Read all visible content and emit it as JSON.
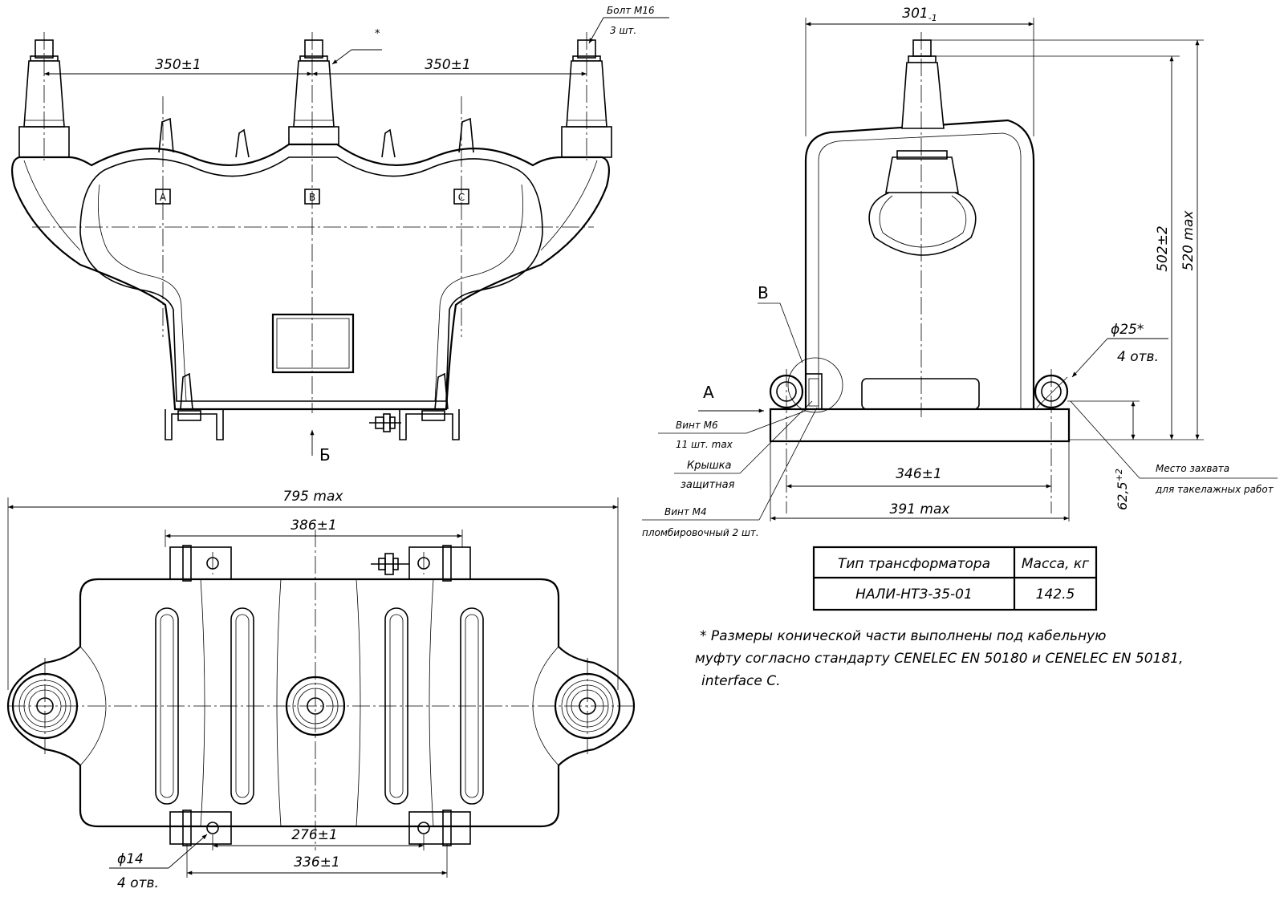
{
  "drawing": {
    "front_view": {
      "dim_left": "350±1",
      "dim_right": "350±1",
      "asterisk": "*",
      "bolt_label": "Болт М16",
      "bolt_qty": "3 шт.",
      "phase_a": "A",
      "phase_b": "B",
      "phase_c": "C",
      "view_arrow": "Б"
    },
    "side_view": {
      "dim_top": "301",
      "dim_top_tol": "-1",
      "dim_height_1": "502±2",
      "dim_height_2": "520 max",
      "detail_label": "B",
      "view_arrow": "A",
      "hole_dia": "ϕ25*",
      "hole_qty": "4 отв.",
      "dim_base_1": "346±1",
      "dim_base_2": "391 max",
      "dim_base_h": "62,5",
      "dim_base_h_tol": "+2",
      "screw_m6": "Винт М6",
      "screw_m6_qty": "11 шт. max",
      "cover": "Крышка",
      "cover_2": "защитная",
      "screw_m4": "Винт М4",
      "screw_m4_qty": "пломбировочный 2 шт.",
      "grip_1": "Место захвата",
      "grip_2": "для такелажных работ"
    },
    "top_view": {
      "dim_overall": "795 max",
      "dim_386": "386±1",
      "dim_276": "276±1",
      "dim_336": "336±1",
      "hole_dia": "ϕ14",
      "hole_qty": "4 отв."
    },
    "table": {
      "header_type": "Тип трансформатора",
      "header_mass": "Масса, кг",
      "row_type": "НАЛИ-НТЗ-35-01",
      "row_mass": "142.5"
    },
    "note": {
      "line1": "* Размеры конической части выполнены под кабельную",
      "line2": "муфту согласно стандарту CENELEC EN 50180 и CENELEC EN 50181,",
      "line3": "interface C."
    }
  }
}
